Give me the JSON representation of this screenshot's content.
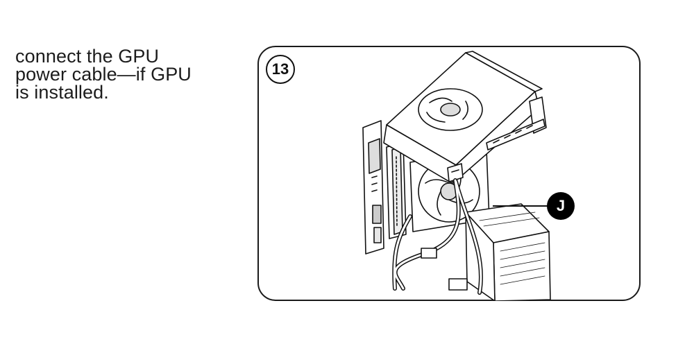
{
  "instruction": {
    "lines": [
      "connect the GPU",
      "power cable—if GPU",
      "is installed."
    ]
  },
  "figure": {
    "step_number": "13",
    "callout_label": "J",
    "illustration_icon": "pc-assembly-gpu-power-cable-illustration"
  }
}
